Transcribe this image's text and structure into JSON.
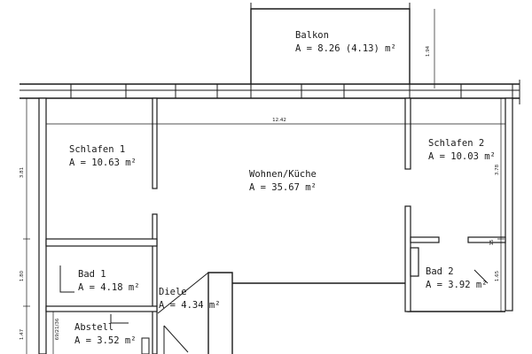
{
  "rooms": [
    {
      "name": "Balkon",
      "area": "A = 8.26 (4.13) m²"
    },
    {
      "name": "Schlafen 1",
      "area": "A = 10.63 m²"
    },
    {
      "name": "Wohnen/Küche",
      "area": "A = 35.67 m²"
    },
    {
      "name": "Schlafen 2",
      "area": "A = 10.03 m²"
    },
    {
      "name": "Bad 1",
      "area": "A = 4.18 m²"
    },
    {
      "name": "Diele",
      "area": "A = 4.34 m²"
    },
    {
      "name": "Bad 2",
      "area": "A = 3.92 m²"
    },
    {
      "name": "Abstell",
      "area": "A = 3.52 m²"
    }
  ],
  "dimensions": {
    "balcony_depth": "1.94",
    "total_width": "12.42",
    "left_upper": "3.81",
    "left_middle": "1.80",
    "left_lower": "1.47",
    "right_upper": "3.78",
    "right_lower": "1.65",
    "right_small": "15",
    "abstell_width": "69/21/36"
  }
}
